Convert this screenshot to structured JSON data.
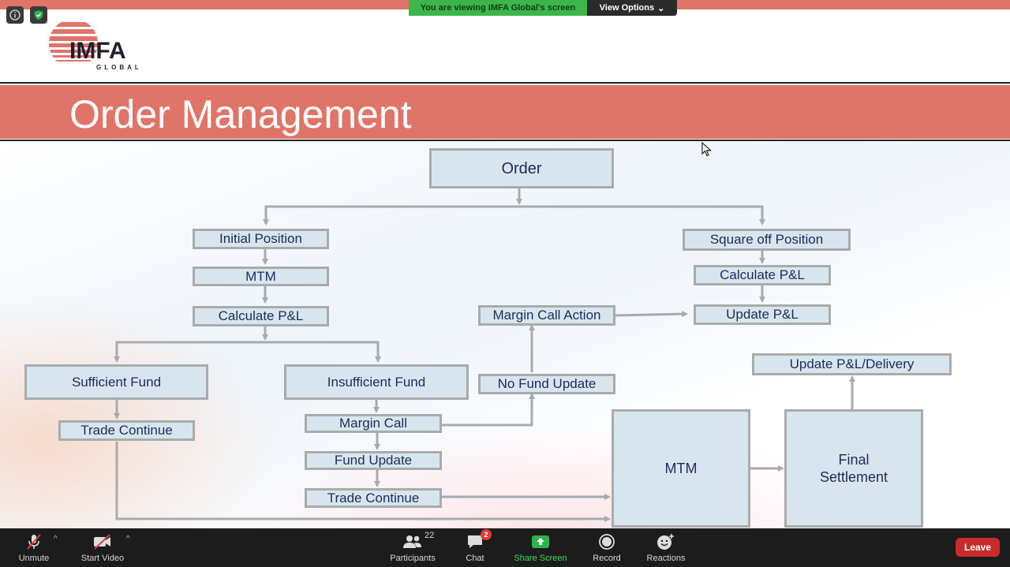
{
  "zoom": {
    "viewing_banner": "You are viewing IMFA Global's screen",
    "view_options": "View Options"
  },
  "logo": {
    "name": "IMFA",
    "sub": "GLOBAL"
  },
  "slide": {
    "title": "Order Management",
    "boxes": {
      "order": "Order",
      "initial_position": "Initial Position",
      "mtm_left": "MTM",
      "calc_pl_left": "Calculate P&L",
      "sufficient_fund": "Sufficient Fund",
      "insufficient_fund": "Insufficient Fund",
      "trade_continue_left": "Trade Continue",
      "margin_call": "Margin Call",
      "fund_update": "Fund Update",
      "trade_continue_mid": "Trade Continue",
      "margin_call_action": "Margin Call Action",
      "no_fund_update": "No Fund Update",
      "square_off": "Square off  Position",
      "calc_pl_right": "Calculate P&L",
      "update_pl": "Update P&L",
      "update_pl_delivery": "Update P&L/Delivery",
      "mtm_big": "MTM",
      "final_settlement_line1": "Final",
      "final_settlement_line2": "Settlement"
    },
    "colors": {
      "box_fill": "#d7e6ee",
      "box_border": "#a8abad",
      "accent": "#e07468",
      "text": "#1e2a5a"
    }
  },
  "toolbar": {
    "unmute": "Unmute",
    "start_video": "Start Video",
    "participants": "Participants",
    "participants_count": "22",
    "chat": "Chat",
    "chat_badge": "2",
    "share_screen": "Share Screen",
    "record": "Record",
    "reactions": "Reactions",
    "leave": "Leave"
  }
}
